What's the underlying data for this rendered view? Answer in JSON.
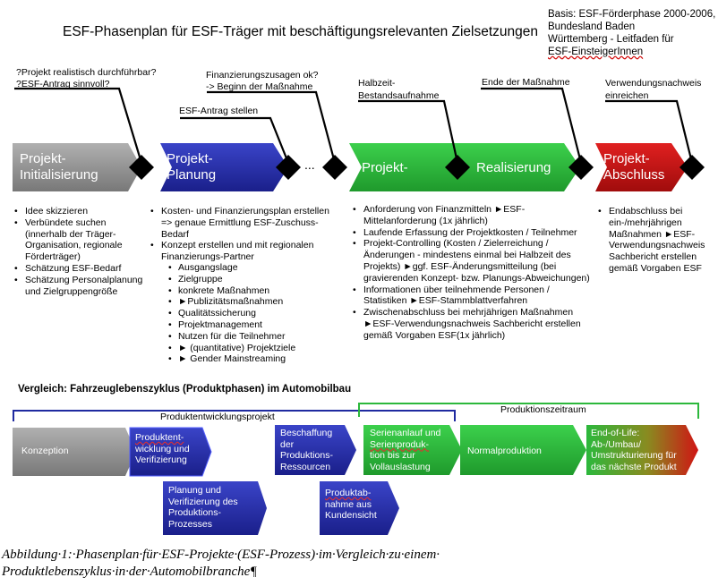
{
  "title": "ESF-Phasenplan für ESF-Träger mit beschäftigungsrelevanten Zielsetzungen",
  "basis": {
    "line1": "Basis: ESF-Förderphase 2000-2006,",
    "line2": "Bundesland Baden",
    "line3": "Württemberg - Leitfaden für",
    "line4": "ESF-EinsteigerInnen"
  },
  "milestones": {
    "m1_line1": "?Projekt realistisch durchführbar?",
    "m1_line2": "?ESF-Antrag sinnvoll?",
    "m2_line1": "ESF-Antrag stellen",
    "m3_line1": "Finanzierungszusagen ok?",
    "m3_line2": "-> Beginn der Maßnahme",
    "m4_line1": "Halbzeit-",
    "m4_line2": "Bestandsaufnahme",
    "m5_line1": "Ende der Maßnahme",
    "m6_line1": "Verwendungsnachweis",
    "m6_line2": "einreichen"
  },
  "ellipsis": "...",
  "phases": {
    "init_line1": "Projekt-",
    "init_line2": "Initialisierung",
    "plan_line1": "Projekt-",
    "plan_line2": "Planung",
    "real_left": "Projekt-",
    "real_right": "Realisierung",
    "close_line1": "Projekt-",
    "close_line2": "Abschluss"
  },
  "colors": {
    "init": "#8c8c8c",
    "plan": "#2a32b0",
    "real": "#2cb83c",
    "close": "#c81414",
    "diamond": "#000000",
    "bracket_blue": "#1f2aa0",
    "bracket_green": "#2cb83c"
  },
  "bullets_init": [
    "Idee skizzieren",
    "Verbündete suchen (innerhalb der Träger-Organisation, regionale Förderträger)",
    "Schätzung ESF-Bedarf",
    "Schätzung Personalplanung und Zielgruppengröße"
  ],
  "bullets_plan": {
    "b1": "Kosten- und Finanzierungsplan erstellen => genaue Ermittlung ESF-Zuschuss-Bedarf",
    "b2": "Konzept erstellen und mit regionalen Finanzierungs-Partner",
    "sub": [
      "Ausgangslage",
      "Zielgruppe",
      "konkrete Maßnahmen",
      "►Publizitätsmaßnahmen",
      "Qualitätssicherung",
      "Projektmanagement",
      "Nutzen für die Teilnehmer",
      "► (quantitative) Projektziele",
      "► Gender Mainstreaming"
    ]
  },
  "bullets_real": [
    "Anforderung von Finanzmitteln ►ESF-Mittelanforderung (1x jährlich)",
    "Laufende Erfassung der Projektkosten / Teilnehmer",
    "Projekt-Controlling (Kosten / Zielerreichung / Änderungen - mindestens einmal bei Halbzeit des Projekts) ►ggf. ESF-Änderungsmitteilung (bei gravierenden Konzept- bzw. Planungs-Abweichungen)",
    "Informationen über teilnehmende Personen / Statistiken ►ESF-Stammblattverfahren",
    "Zwischenabschluss bei mehrjährigen Maßnahmen ►ESF-Verwendungsnachweis Sachbericht erstellen gemäß Vorgaben ESF(1x jährlich)"
  ],
  "bullets_close": [
    "Endabschluss bei ein-/mehrjährigen Maßnahmen ►ESF-Verwendungsnachweis Sachbericht erstellen gemäß Vorgaben ESF"
  ],
  "comparison": {
    "title": "Vergleich: Fahrzeuglebenszyklus (Produktphasen) im Automobilbau",
    "bracket_dev": "Produktentwicklungsprojekt",
    "bracket_prod": "Produktionszeitraum",
    "konzeption": "Konzeption",
    "produktentwicklung_l1": "Produktent-",
    "produktentwicklung_l2": "wicklung und",
    "produktentwicklung_l3": "Verifizierung",
    "planung": "Planung und Verifizierung des Produktions-Prozesses",
    "beschaffung": "Beschaffung der Produktions-Ressourcen",
    "serienanlauf_l1": "Serienanlauf und",
    "serienanlauf_l2": "Serienproduk-",
    "serienanlauf_l3": "tion bis zur",
    "serienanlauf_l4": "Vollauslastung",
    "normalproduktion": "Normalproduktion",
    "endoflife": "End-of-Life: Ab-/Umbau/ Umstrukturierung für das nächste Produkt",
    "produktabnahme_l1": "Produktab-",
    "produktabnahme_l2": "nahme aus",
    "produktabnahme_l3": "Kundensicht"
  },
  "caption": {
    "line1": "Abbildung·1:·Phasenplan·für·ESF-Projekte·(ESF-Prozess)·im·Vergleich·zu·einem·",
    "line2": "Produktlebenszyklus·in·der·Automobilbranche¶"
  }
}
